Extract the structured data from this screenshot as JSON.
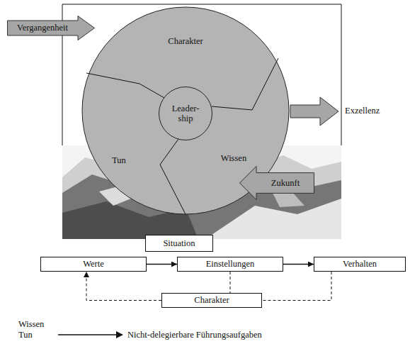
{
  "diagram": {
    "nodes": [
      {
        "text": [
          "Vergangenheit"
        ]
      },
      {
        "text": [
          "Charakter"
        ]
      },
      {
        "text": [
          "Leader- ship"
        ]
      },
      {
        "text": [
          "Tun"
        ]
      },
      {
        "text": [
          "Wissen"
        ]
      },
      {
        "text": [
          "Zukunft"
        ]
      },
      {
        "text": [
          "Situation"
        ]
      },
      {
        "text": [
          "Werte"
        ]
      },
      {
        "text": [
          "Einstellungen"
        ]
      },
      {
        "text": [
          "Verhalten"
        ]
      },
      {
        "text": [
          "Charakter"
        ]
      }
    ],
    "edges": [
      {
        "from": 7,
        "to": 8,
        "arrow": "to"
      },
      {
        "from": 8,
        "to": 9,
        "arrow": "to"
      },
      {
        "from": 8,
        "to": 10,
        "arrow": "none"
      },
      {
        "from": 9,
        "to": 10,
        "arrow": "none"
      },
      {
        "from": 10,
        "to": 7,
        "arrow": "to"
      }
    ],
    "labels": [
      "Exzellenz",
      "Wissen",
      "Tun"
    ],
    "legend": [
      {
        "text": "Nicht-delegierbare Führungsaufgaben"
      }
    ]
  }
}
